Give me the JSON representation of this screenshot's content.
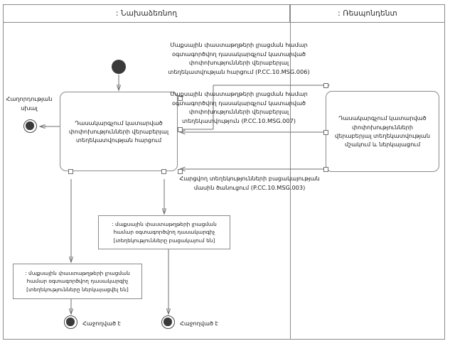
{
  "diagram": {
    "type": "uml-activity-diagram",
    "lanes": [
      {
        "id": "initiator",
        "label": ": Նախաձեռնող"
      },
      {
        "id": "respondent",
        "label": ": Ռեսպոնդենտ"
      }
    ],
    "nodes": {
      "initial": {
        "name": "initial-node",
        "label": ""
      },
      "activity_request": {
        "label": "Դասակարգչում կատարված փոփոխությունների վերաբերյալ տեղեկատվության հարցում"
      },
      "activity_process": {
        "label": "Դասակարգչում կատարված փոփոխությունների վերաբերյալ տեղեկատվության մշակում և ներկայացում"
      },
      "note_absent": {
        "label": ": մաքսային փաստաթղթերի լրացման համար օգտագործվող դասակարգիչ [տեղեկությունները բացակայում են]"
      },
      "note_provided": {
        "label": ": մաքսային փաստաթղթերի լրացման համար օգտագործվող դասակարգիչ [տեղեկությունները ներկայացվել են]"
      },
      "final_error": {
        "label": "Հաղորդության սխալ"
      },
      "final_success_1": {
        "label": "Հաջողված է"
      },
      "final_success_2": {
        "label": "Հաջողված է"
      }
    },
    "messages": [
      {
        "id": "msg-006",
        "text": "Մաքսային փաստաթղթերի լրացման համար օգտագործվող դասակարգչում կատարված փոփոխությունների վերաբերյալ տեղեկատվության հարցում (P.CC.10.MSG.006)",
        "code": "P.CC.10.MSG.006",
        "direction": "initiator-to-respondent"
      },
      {
        "id": "msg-007",
        "text": "Մաքսային փաստաթղթերի լրացման համար օգտագործվող դասակարգչում կատարված փոփոխությունների վերաբերյալ տեղեկատվություն (P.CC.10.MSG.007)",
        "code": "P.CC.10.MSG.007",
        "direction": "respondent-to-initiator"
      },
      {
        "id": "msg-003",
        "text": "Հարցվող տեղեկությունների բացակայության մասին ծանուցում (P.CC.10.MSG.003)",
        "code": "P.CC.10.MSG.003",
        "direction": "respondent-to-initiator"
      }
    ],
    "colors": {
      "stroke": "#6f6f6f",
      "frame": "#8a8a8a",
      "node_fill": "#3a3a3a",
      "background": "#ffffff",
      "text": "#1a1a1a"
    }
  }
}
